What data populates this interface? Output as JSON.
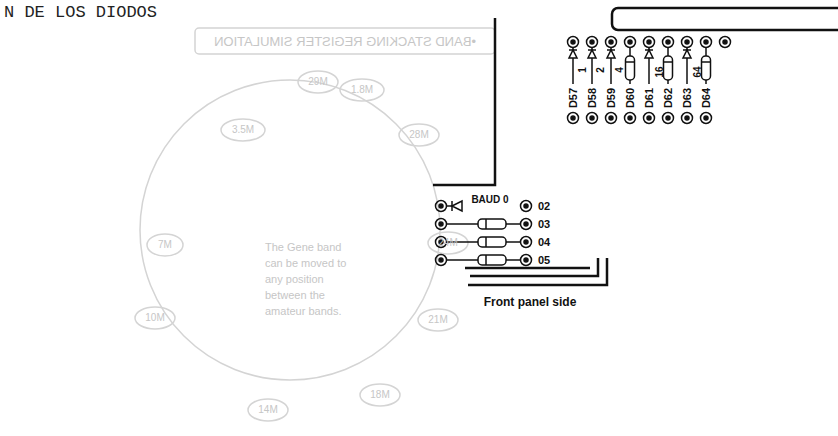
{
  "diagram": {
    "title": "N DE LOS DIODOS",
    "labels": [
      "•BAND STACKING REGISTER SIMULATION",
      "29M",
      "1.8M",
      "28M",
      "3.5M",
      "24M",
      "7M",
      "21M",
      "10M",
      "18M",
      "14M",
      "The Gene band can be moved to any position between the amateur bands.",
      "1",
      "2",
      "4",
      "16",
      "64",
      "D57",
      "D58",
      "D59",
      "D60",
      "D61",
      "D62",
      "D63",
      "D64",
      "BAUD 0",
      "02",
      "03",
      "04",
      "05",
      "Front panel side"
    ]
  }
}
